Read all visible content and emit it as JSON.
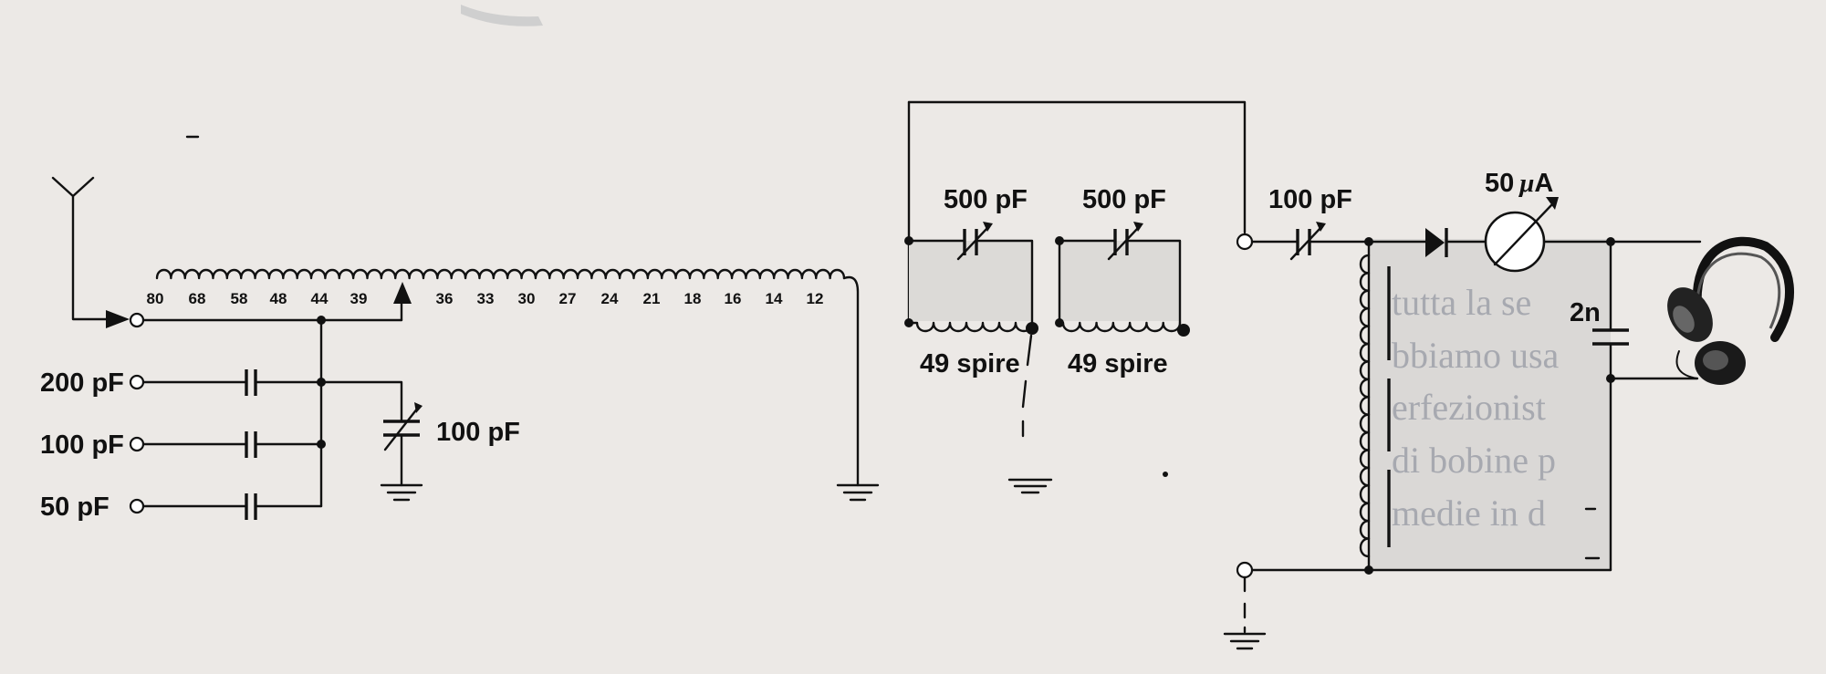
{
  "source_caps": [
    {
      "label": "200 pF"
    },
    {
      "label": "100 pF"
    },
    {
      "label": "50 pF"
    }
  ],
  "coil_taps": [
    "80",
    "68",
    "58",
    "48",
    "44",
    "39",
    "36",
    "33",
    "30",
    "27",
    "24",
    "21",
    "18",
    "16",
    "14",
    "12"
  ],
  "tuning_cap": {
    "label": "100 pF"
  },
  "tank_circuits": [
    {
      "cap_label": "500 pF",
      "coil_label": "49 spire"
    },
    {
      "cap_label": "500 pF",
      "coil_label": "49 spire"
    }
  ],
  "coupling_cap": {
    "label": "100 pF"
  },
  "meter": {
    "label_value": "50",
    "label_unit": "A"
  },
  "bypass_cap": {
    "label": "2n"
  },
  "background_text": [
    "tutta la se",
    "bbiamo usa",
    "erfezionist",
    "di bobine p",
    "medie in d"
  ],
  "colors": {
    "ink": "#111111",
    "paper": "#ece9e6",
    "ghost_text": "#a7a9b0",
    "shade": "#dad8d6"
  }
}
